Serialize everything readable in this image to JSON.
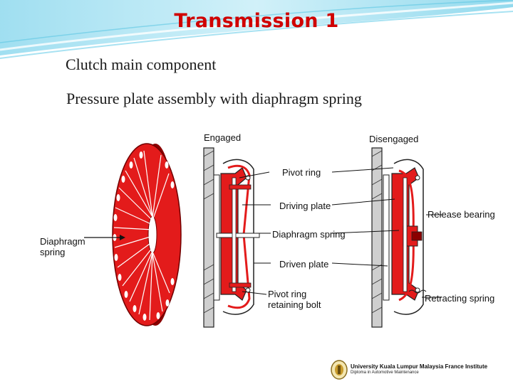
{
  "slide": {
    "title": "Transmission 1",
    "subtitle": "Clutch main component",
    "caption": "Pressure plate assembly with diaphragm spring"
  },
  "diagram": {
    "labels": {
      "engaged": "Engaged",
      "disengaged": "Disengaged",
      "diaphragm": [
        "Diaphragm",
        "spring"
      ],
      "pivot_ring": "Pivot ring",
      "driving_plate": "Driving plate",
      "diaphragm_spring": "Diaphragm spring",
      "driven_plate": "Driven plate",
      "pivot_bolt": [
        "Pivot ring",
        "retaining bolt"
      ],
      "release_bearing": "Release bearing",
      "retracting_spring": "Retracting spring"
    }
  },
  "footer": {
    "institution": "University Kuala Lumpur Malaysia France Institute",
    "program": "Diploma in Automotive Maintenance"
  },
  "colors": {
    "title": "#d00000",
    "part_red": "#e31b1b",
    "swoosh": "#7fd3ea"
  }
}
